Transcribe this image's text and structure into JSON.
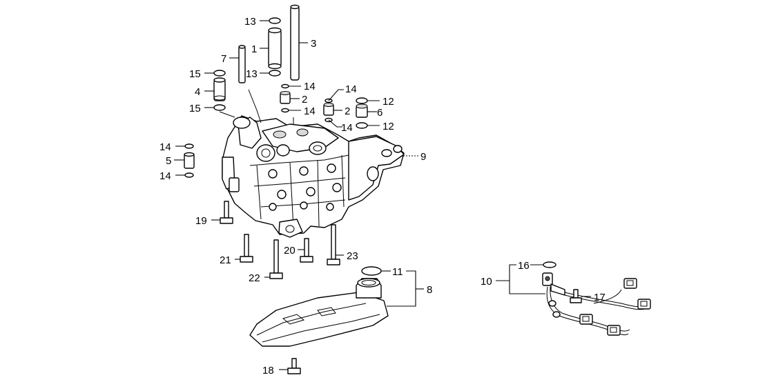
{
  "callouts": {
    "p1": "1",
    "p2": "2",
    "p3": "3",
    "p4": "4",
    "p5": "5",
    "p6": "6",
    "p7": "7",
    "p8": "8",
    "p9": "9",
    "p10": "10",
    "p11": "11",
    "p12": "12",
    "p13": "13",
    "p14": "14",
    "p15": "15",
    "p16": "16",
    "p17": "17",
    "p18": "18",
    "p19": "19",
    "p20": "20",
    "p21": "21",
    "p22": "22",
    "p23": "23"
  }
}
